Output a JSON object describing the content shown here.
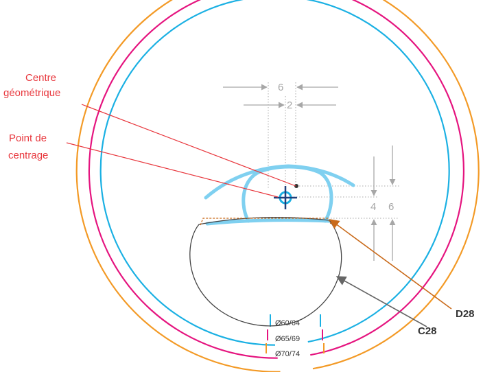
{
  "labels": {
    "centre_line1": "Centre",
    "centre_line2": "géométrique",
    "point_line1": "Point de",
    "point_line2": "centrage",
    "d28": "D28",
    "c28": "C28"
  },
  "dimensions": {
    "horizontal_outer": "6",
    "horizontal_inner": "2",
    "vertical_left": "4",
    "vertical_right": "6"
  },
  "diameters": [
    "Ø60/64",
    "Ø65/69",
    "Ø70/74"
  ],
  "colors": {
    "orange_ring": "#f39a26",
    "magenta_ring": "#e5147f",
    "blue_ring": "#1ab0e3",
    "eye": "#7fd0f0",
    "cross": "#1f3f7a",
    "labels": "#e8373d",
    "d28_arrow": "#c96a1a",
    "c28_arrow": "#777777",
    "dimension": "#a7a7a7"
  }
}
